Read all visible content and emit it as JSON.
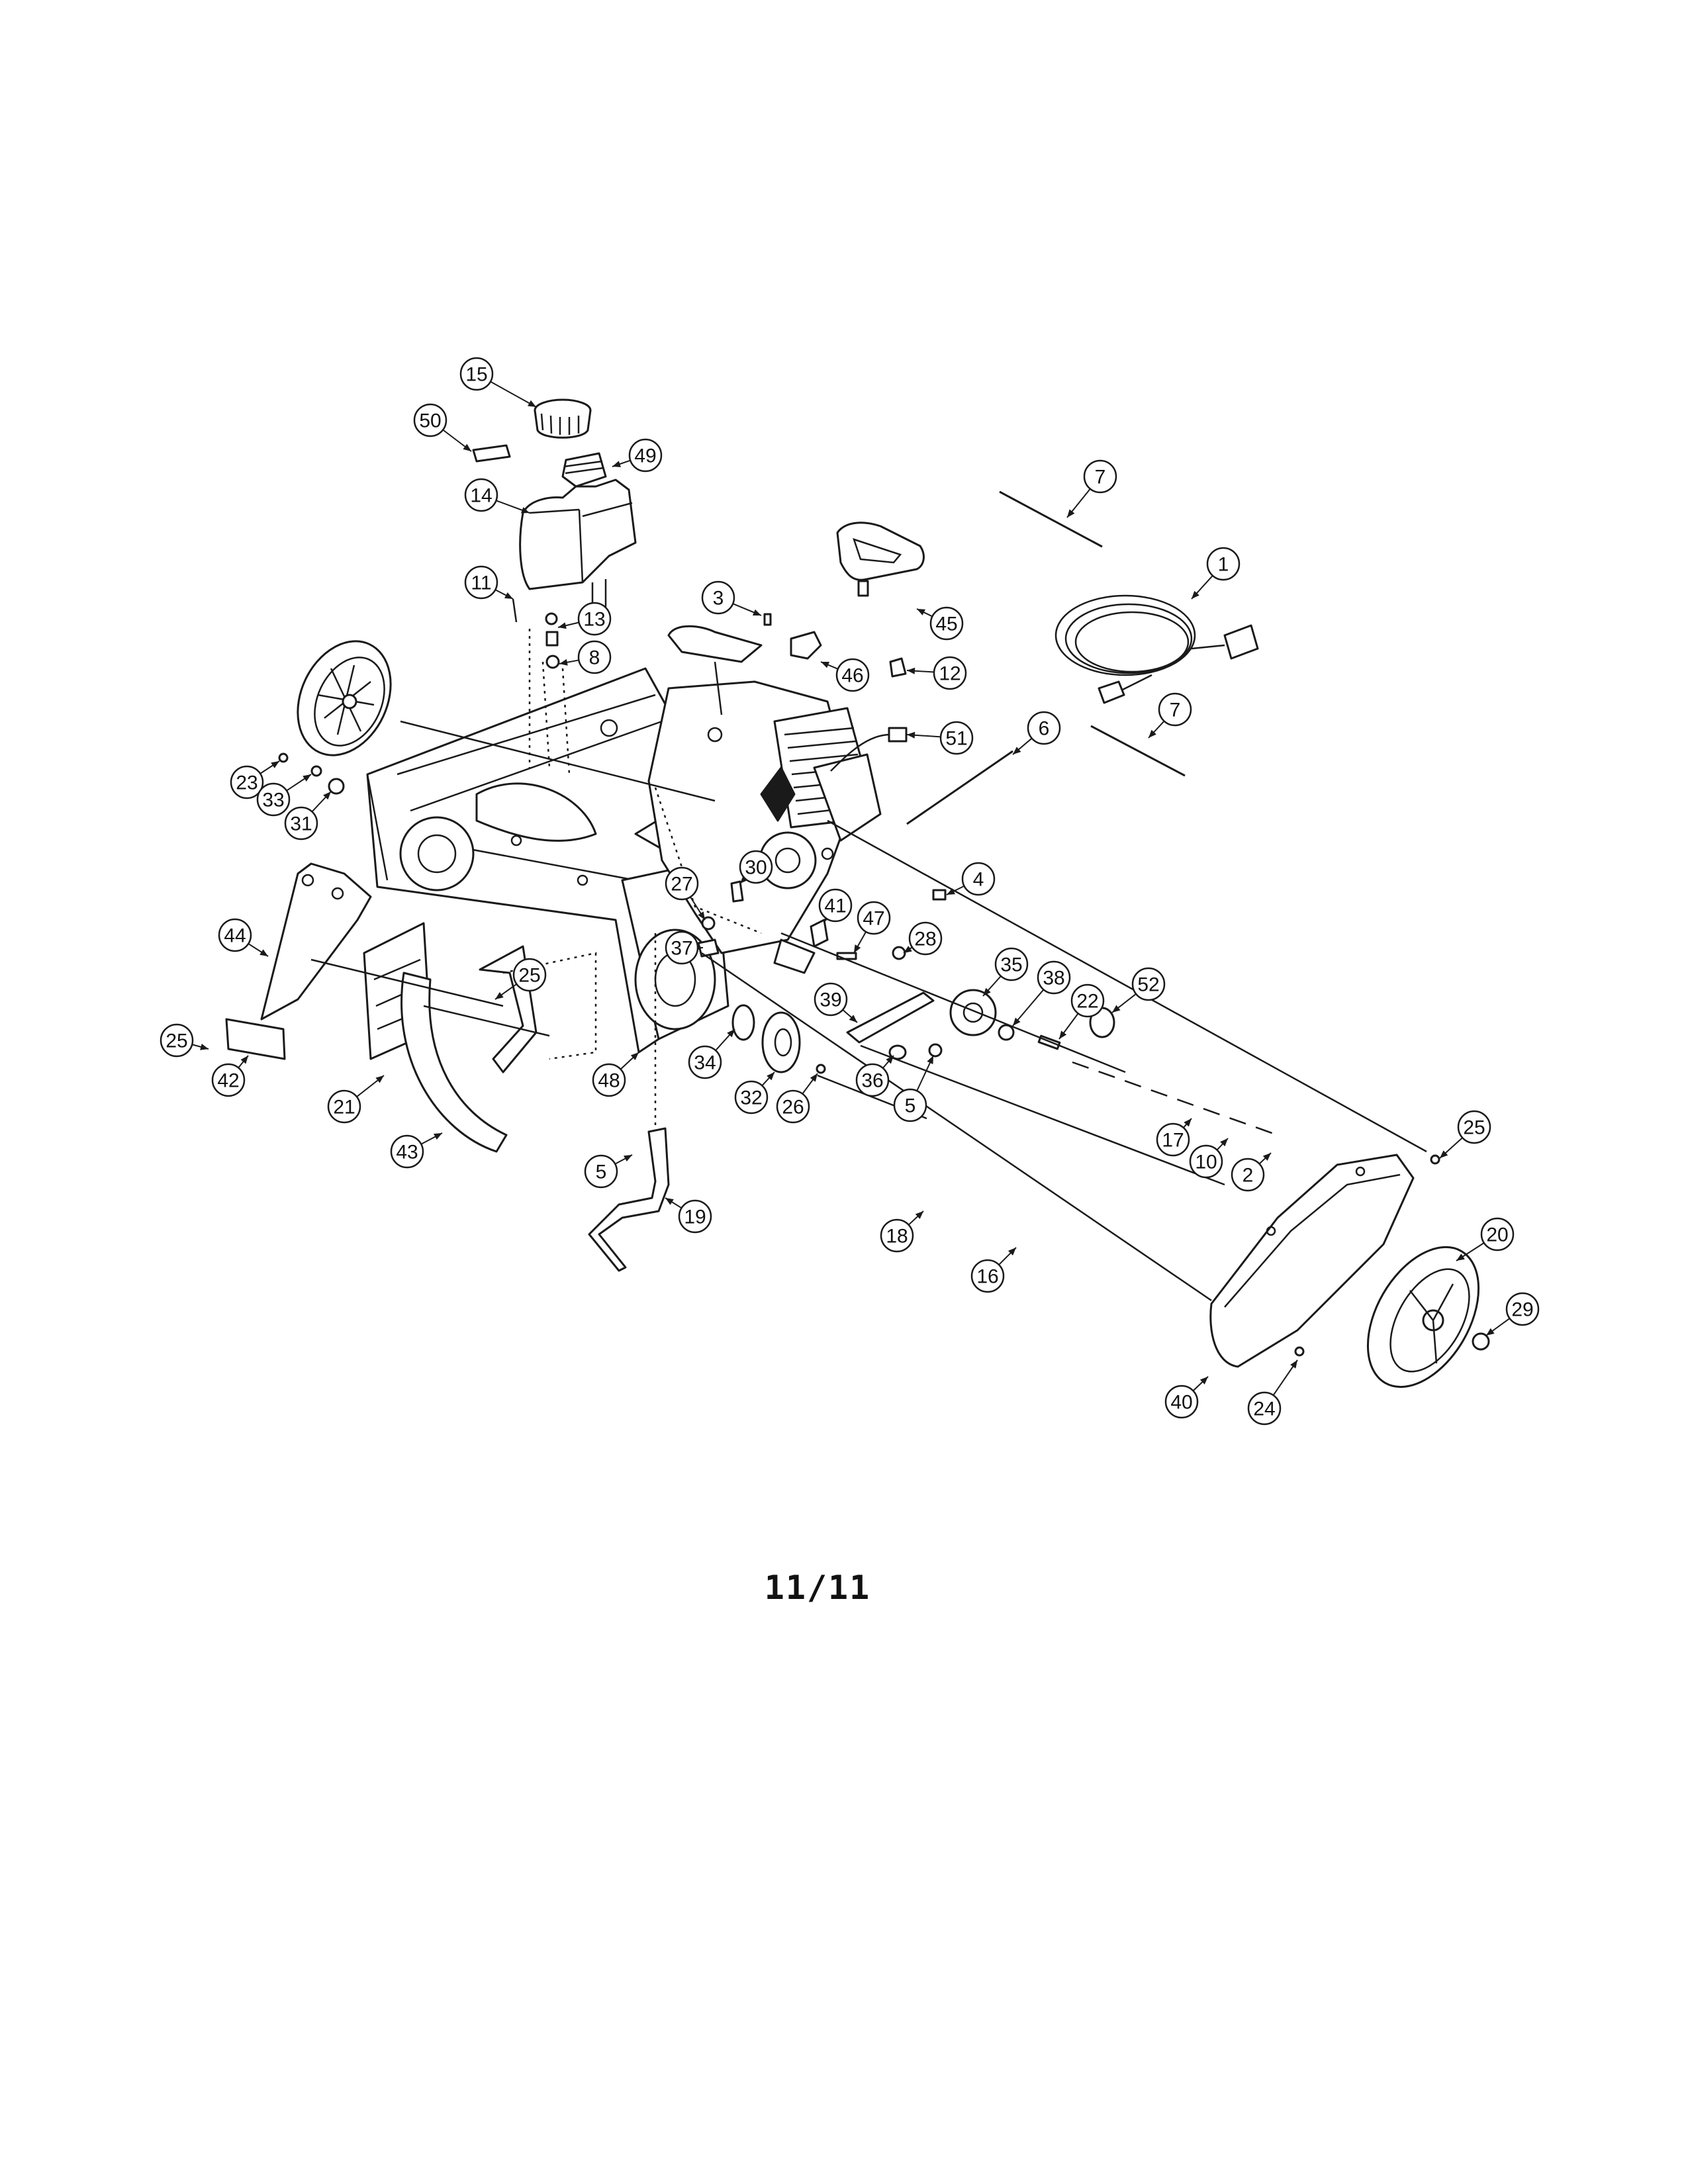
{
  "page": {
    "number_label": "11/11"
  },
  "callouts": [
    {
      "id": "callout-15",
      "label": "15"
    },
    {
      "id": "callout-50",
      "label": "50"
    },
    {
      "id": "callout-49",
      "label": "49"
    },
    {
      "id": "callout-14",
      "label": "14"
    },
    {
      "id": "callout-7-top",
      "label": "7"
    },
    {
      "id": "callout-1",
      "label": "1"
    },
    {
      "id": "callout-11",
      "label": "11"
    },
    {
      "id": "callout-3",
      "label": "3"
    },
    {
      "id": "callout-13",
      "label": "13"
    },
    {
      "id": "callout-45",
      "label": "45"
    },
    {
      "id": "callout-8",
      "label": "8"
    },
    {
      "id": "callout-46",
      "label": "46"
    },
    {
      "id": "callout-12",
      "label": "12"
    },
    {
      "id": "callout-7-bottom",
      "label": "7"
    },
    {
      "id": "callout-51",
      "label": "51"
    },
    {
      "id": "callout-6",
      "label": "6"
    },
    {
      "id": "callout-23",
      "label": "23"
    },
    {
      "id": "callout-33",
      "label": "33"
    },
    {
      "id": "callout-31",
      "label": "31"
    },
    {
      "id": "callout-30",
      "label": "30"
    },
    {
      "id": "callout-4",
      "label": "4"
    },
    {
      "id": "callout-27",
      "label": "27"
    },
    {
      "id": "callout-41",
      "label": "41"
    },
    {
      "id": "callout-47",
      "label": "47"
    },
    {
      "id": "callout-44",
      "label": "44"
    },
    {
      "id": "callout-28",
      "label": "28"
    },
    {
      "id": "callout-37",
      "label": "37"
    },
    {
      "id": "callout-35",
      "label": "35"
    },
    {
      "id": "callout-25-left",
      "label": "25"
    },
    {
      "id": "callout-38",
      "label": "38"
    },
    {
      "id": "callout-52",
      "label": "52"
    },
    {
      "id": "callout-39",
      "label": "39"
    },
    {
      "id": "callout-22",
      "label": "22"
    },
    {
      "id": "callout-25-far-left",
      "label": "25"
    },
    {
      "id": "callout-34",
      "label": "34"
    },
    {
      "id": "callout-42",
      "label": "42"
    },
    {
      "id": "callout-48",
      "label": "48"
    },
    {
      "id": "callout-36",
      "label": "36"
    },
    {
      "id": "callout-32",
      "label": "32"
    },
    {
      "id": "callout-26",
      "label": "26"
    },
    {
      "id": "callout-5-mid",
      "label": "5"
    },
    {
      "id": "callout-21",
      "label": "21"
    },
    {
      "id": "callout-17",
      "label": "17"
    },
    {
      "id": "callout-25-right",
      "label": "25"
    },
    {
      "id": "callout-43",
      "label": "43"
    },
    {
      "id": "callout-10",
      "label": "10"
    },
    {
      "id": "callout-2",
      "label": "2"
    },
    {
      "id": "callout-5-bottom",
      "label": "5"
    },
    {
      "id": "callout-19",
      "label": "19"
    },
    {
      "id": "callout-18",
      "label": "18"
    },
    {
      "id": "callout-20",
      "label": "20"
    },
    {
      "id": "callout-16",
      "label": "16"
    },
    {
      "id": "callout-29",
      "label": "29"
    },
    {
      "id": "callout-40",
      "label": "40"
    },
    {
      "id": "callout-24",
      "label": "24"
    }
  ]
}
